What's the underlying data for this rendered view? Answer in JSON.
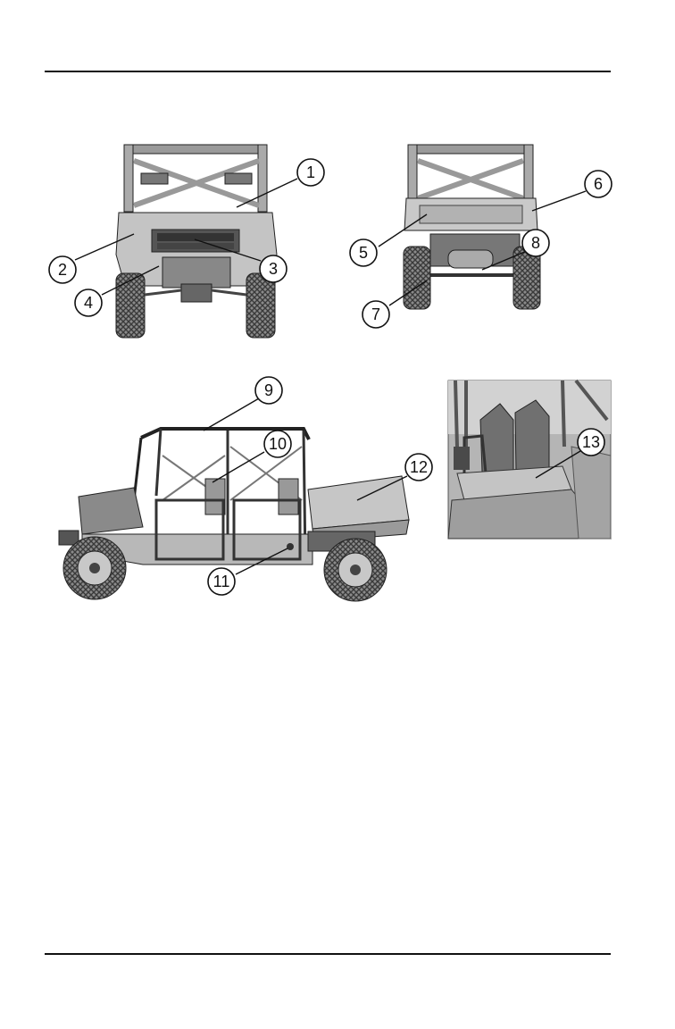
{
  "callouts": {
    "c1": "1",
    "c2": "2",
    "c3": "3",
    "c4": "4",
    "c5": "5",
    "c6": "6",
    "c7": "7",
    "c8": "8",
    "c9": "9",
    "c10": "10",
    "c11": "11",
    "c12": "12",
    "c13": "13"
  },
  "colors": {
    "line": "#111111",
    "body": "#bdbdbd",
    "dark": "#6a6a6a",
    "light": "#dedede",
    "photo": "#a9a9a9"
  }
}
